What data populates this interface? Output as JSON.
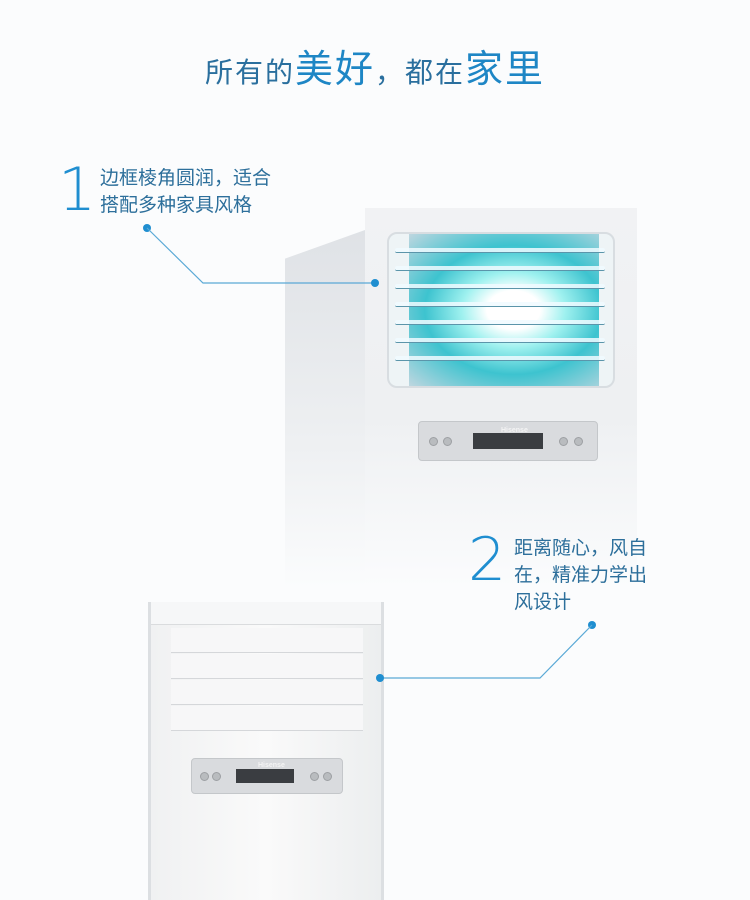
{
  "title": {
    "part1": "所有的",
    "part2": "美好",
    "part3": "，都在",
    "part4": "家里"
  },
  "features": [
    {
      "number": "1",
      "lines": [
        "边框棱角圆润，适合",
        "搭配多种家具风格"
      ]
    },
    {
      "number": "2",
      "lines": [
        "距离随心，风自",
        "在，精准力学出",
        "风设计"
      ]
    }
  ],
  "brand": "Hisense",
  "colors": {
    "accent": "#1f8ed0",
    "text": "#2d6f9b"
  }
}
